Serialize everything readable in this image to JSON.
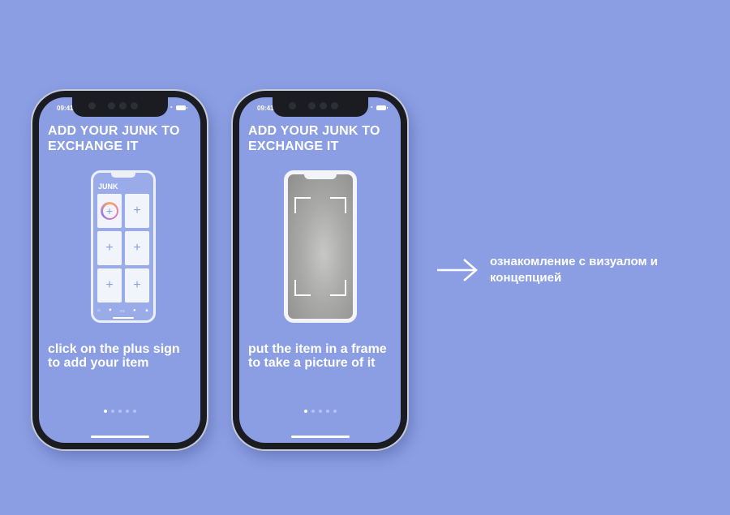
{
  "screens": [
    {
      "status_time": "09:41",
      "heading": "ADD YOUR JUNK TO EXCHANGE IT",
      "caption": "click on the plus sign to add your item",
      "mini_app_title": "JUNK",
      "dots_active_index": 0
    },
    {
      "status_time": "09:41",
      "heading": "ADD YOUR JUNK TO EXCHANGE IT",
      "caption": "put the item in a frame to take a picture of it",
      "dots_active_index": 0
    }
  ],
  "annotation": {
    "text": "ознакомление с визуалом и концепцией",
    "icon": "arrow-right-icon"
  },
  "colors": {
    "background": "#8b9ee3",
    "phone_body": "#1b1c22",
    "text": "#ffffff"
  },
  "icons": [
    "wifi-icon",
    "battery-icon",
    "plus-icon",
    "arrow-right-icon"
  ]
}
